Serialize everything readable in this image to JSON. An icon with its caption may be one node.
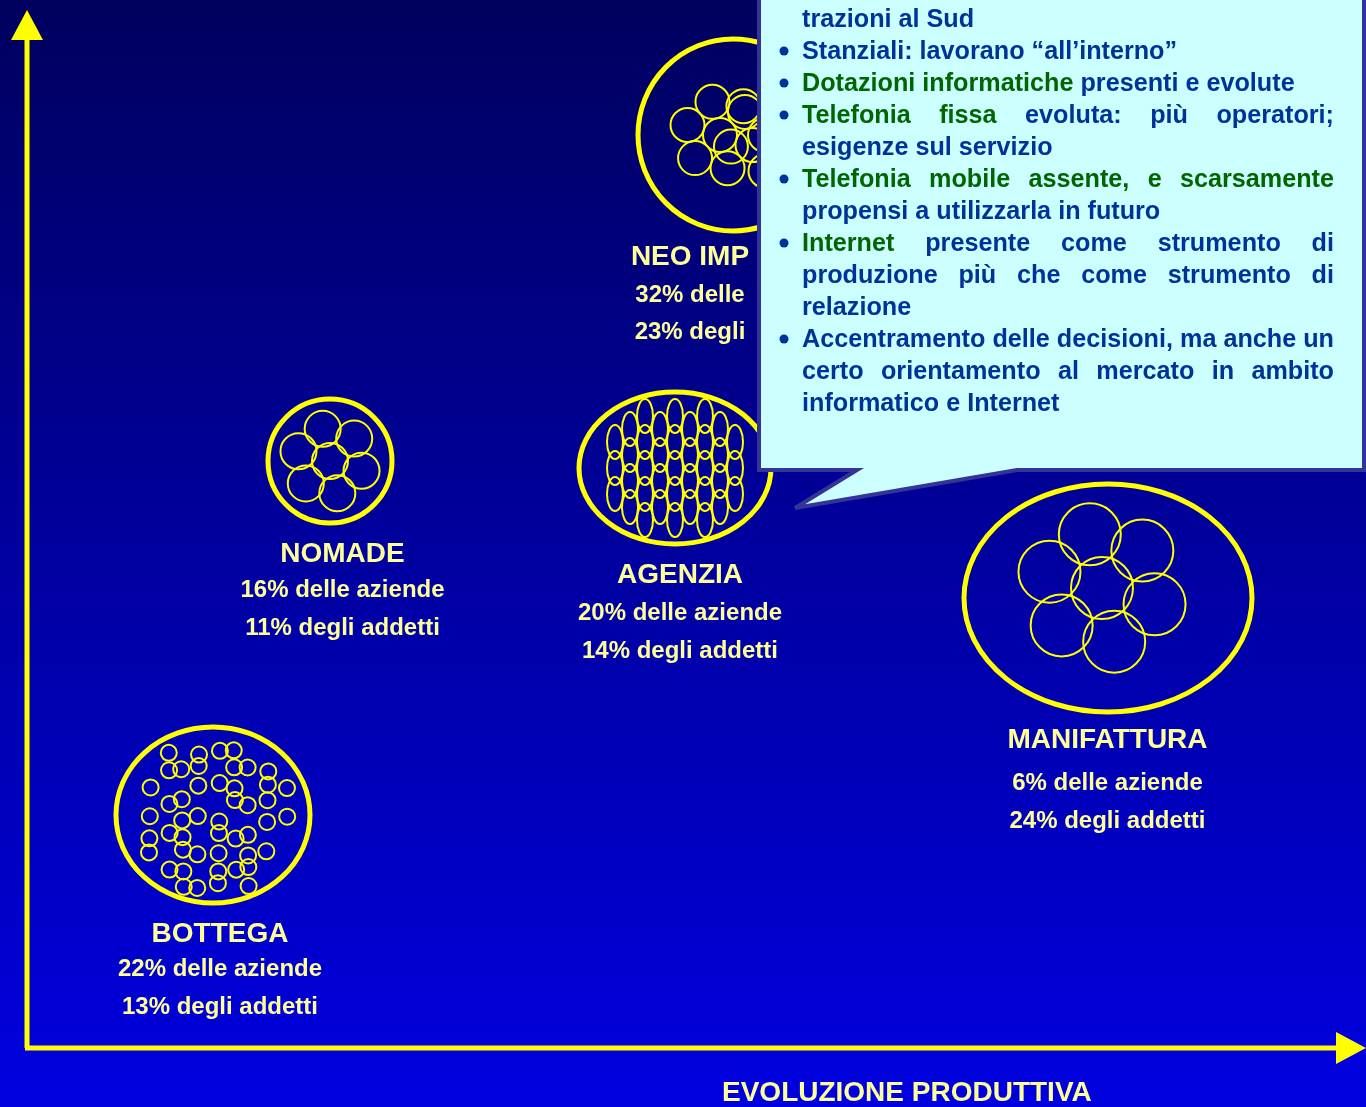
{
  "diagram": {
    "nodes": [
      {
        "text": [
          "NEO IMP",
          "32% delle",
          "23% degli"
        ]
      },
      {
        "text": [
          "NOMADE",
          "16% delle aziende",
          "11% degli addetti"
        ]
      },
      {
        "text": [
          "AGENZIA",
          "20% delle aziende",
          "14% degli addetti"
        ]
      },
      {
        "text": [
          "MANIFATTURA",
          "6% delle aziende",
          "24% degli addetti"
        ]
      },
      {
        "text": [
          "BOTTEGA",
          "22% delle aziende",
          "13% degli addetti"
        ]
      },
      {
        "text": [
          "trazioni al Sud",
          "Stanziali: lavorano “all’interno”",
          "**Dotazioni informatiche** presenti e evolute",
          "**Telefonia fissa** evoluta: più operatori; esigenze sul servizio",
          "**Telefonia mobile assente, e scarsamente** propensi a utilizzarla in futuro",
          "**Internet** presente come strumento di produzione più che come strumento di relazione",
          "Accentramento delle decisioni, ma anche un certo orientamento al mercato in ambito informatico e Internet"
        ]
      }
    ],
    "labels": [
      "EVOLUZIONE PRODUTTIVA"
    ]
  }
}
